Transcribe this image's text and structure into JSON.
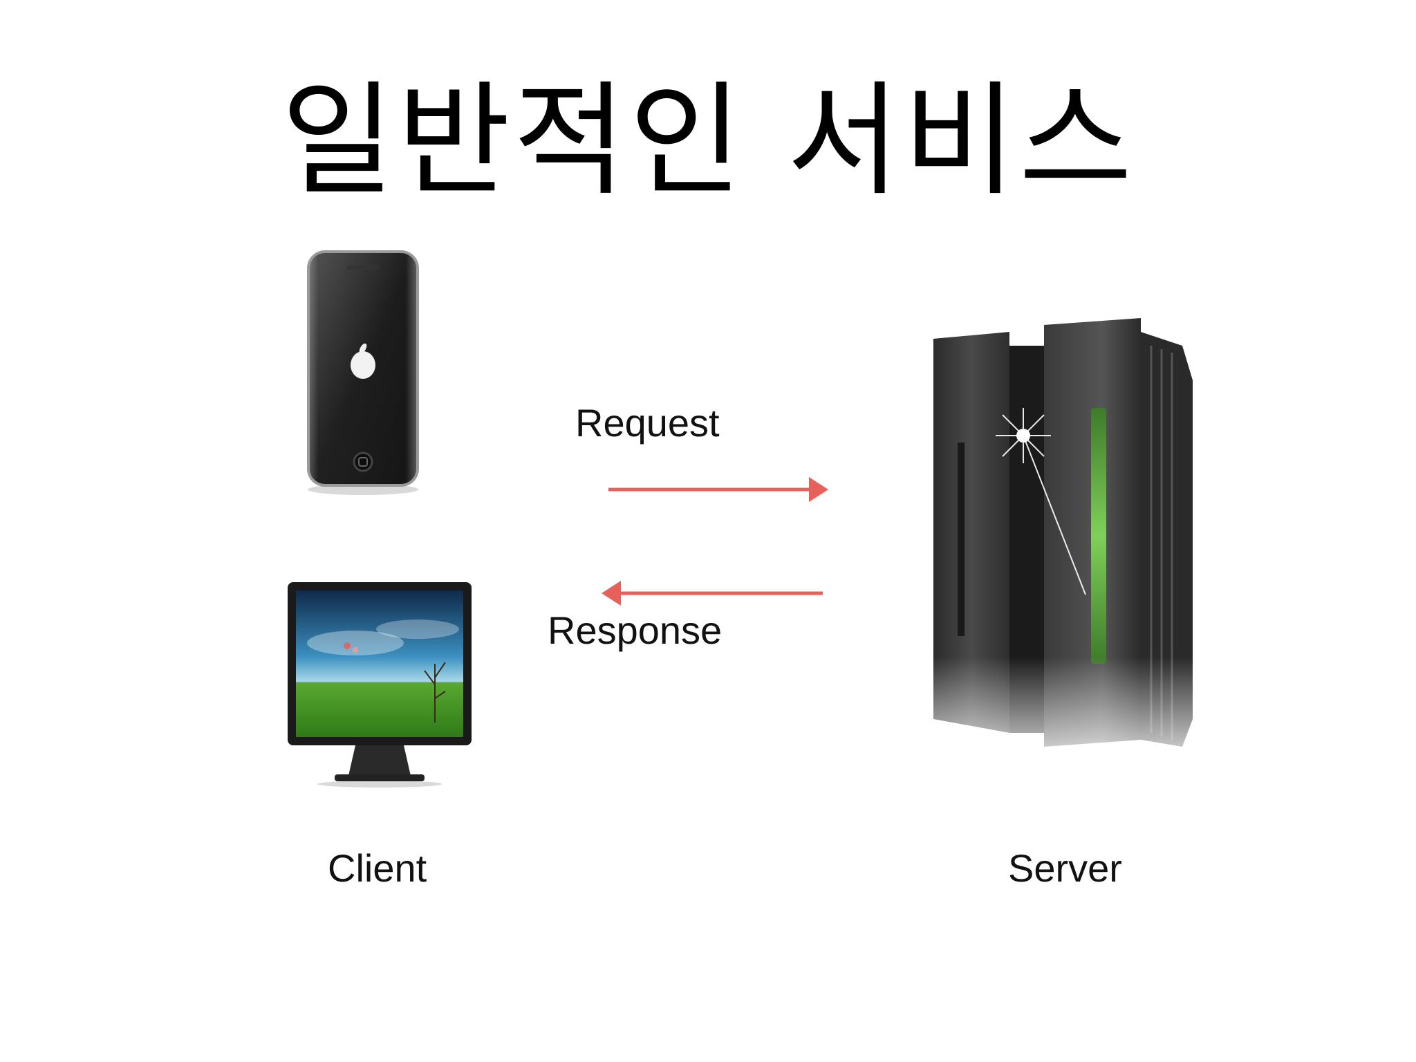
{
  "title": "일반적인 서비스",
  "labels": {
    "request": "Request",
    "response": "Response",
    "client": "Client",
    "server": "Server"
  },
  "icons": {
    "phone": "smartphone-icon",
    "monitor": "desktop-monitor-icon",
    "server": "server-rack-icon"
  },
  "colors": {
    "arrow": "#e8605a",
    "text": "#111111"
  }
}
